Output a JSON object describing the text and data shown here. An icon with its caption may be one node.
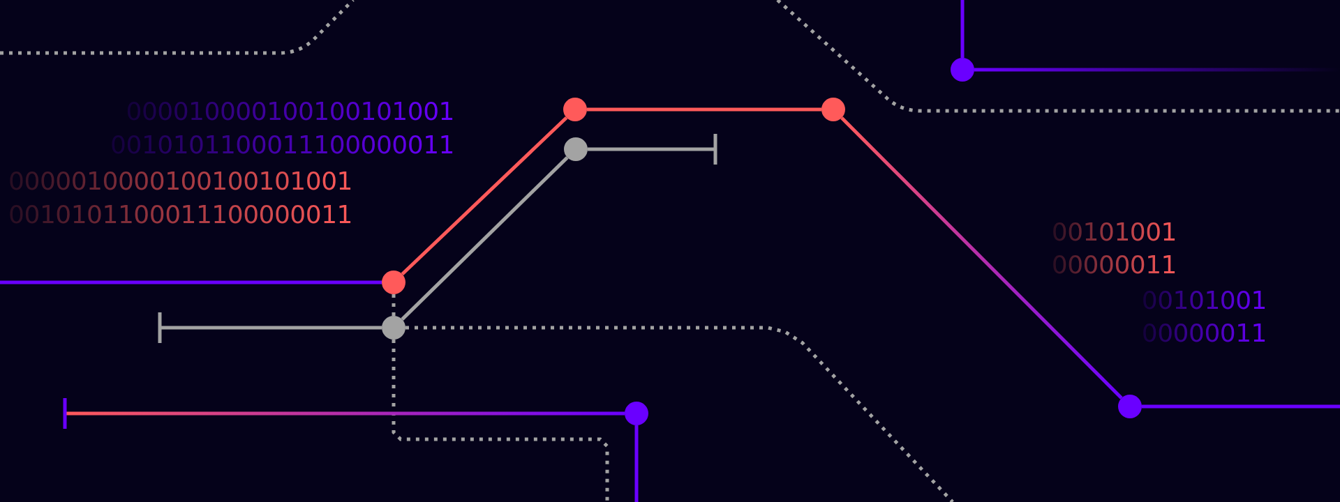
{
  "diagram": {
    "nodes": [
      {
        "text": [],
        "shape": "circle"
      },
      {
        "text": [],
        "shape": "circle"
      },
      {
        "text": [],
        "shape": "circle"
      },
      {
        "text": [],
        "shape": "circle"
      },
      {
        "text": [],
        "shape": "circle"
      },
      {
        "text": [],
        "shape": "circle"
      },
      {
        "text": [],
        "shape": "circle"
      },
      {
        "text": [],
        "shape": "circle"
      }
    ],
    "edges": [
      {
        "from": 4,
        "to": null,
        "arrow": "none",
        "color": "#6a00ff"
      },
      {
        "from": 4,
        "to": 1,
        "arrow": "none",
        "color": "#ff5a5a"
      },
      {
        "from": 1,
        "to": 2,
        "arrow": "none",
        "color": "#ff5a5a"
      },
      {
        "from": 2,
        "to": 6,
        "arrow": "none",
        "color": "#ff5a5a"
      },
      {
        "from": 6,
        "to": null,
        "arrow": "none",
        "color": "#6a00ff"
      },
      {
        "from": 0,
        "to": null,
        "arrow": "none",
        "color": "#6a00ff"
      },
      {
        "from": 0,
        "to": null,
        "arrow": "none",
        "color": "#6a00ff"
      },
      {
        "from": 5,
        "to": 3,
        "arrow": "none",
        "color": "#a3a3a3"
      },
      {
        "from": 3,
        "to": null,
        "arrow": "other",
        "color": "#a3a3a3"
      },
      {
        "from": 5,
        "to": null,
        "arrow": "other",
        "color": "#a3a3a3"
      },
      {
        "from": 4,
        "to": 5,
        "arrow": "none",
        "style": "dashed",
        "color": "#a3a3a3"
      },
      {
        "from": 5,
        "to": null,
        "arrow": "none",
        "style": "dashed",
        "color": "#a3a3a3"
      },
      {
        "from": 5,
        "to": null,
        "arrow": "none",
        "style": "dashed",
        "color": "#a3a3a3"
      },
      {
        "from": 7,
        "to": null,
        "arrow": "other",
        "color": "#6a00ff"
      },
      {
        "from": 7,
        "to": null,
        "arrow": "none",
        "color": "#6a00ff"
      }
    ],
    "labels": [
      "000010000100100101001",
      "0010101100011100000011",
      "0000010000100100101001",
      "0010101100011100000011",
      "00101001",
      "00000011",
      "00101001",
      "00000011"
    ]
  }
}
